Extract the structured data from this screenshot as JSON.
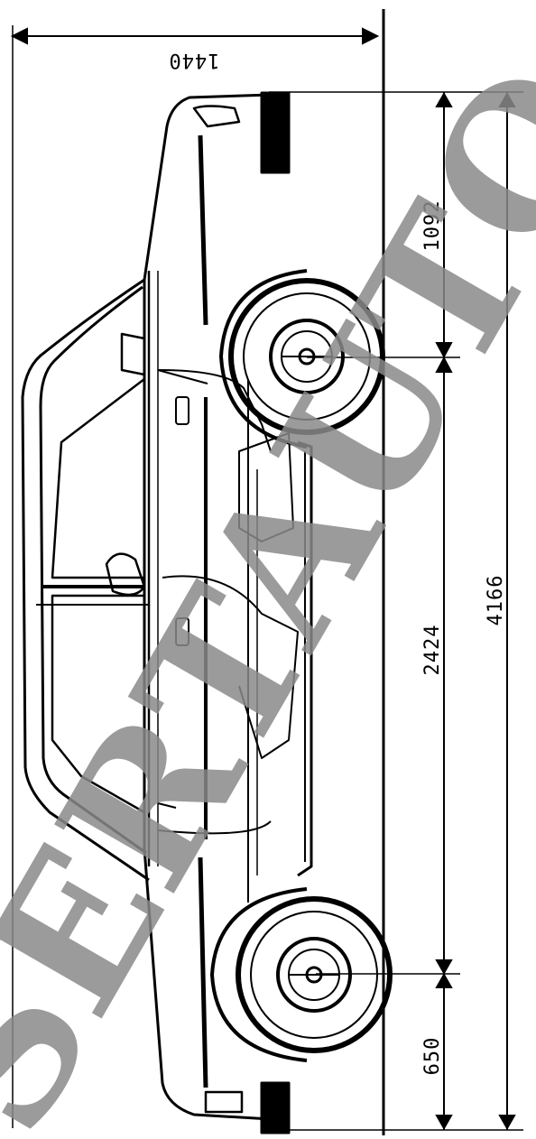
{
  "drawing": {
    "dimensions": {
      "height": "1440",
      "front_overhang": "1092",
      "wheelbase": "2424",
      "rear_overhang": "650",
      "overall_length": "4166"
    },
    "watermark": "SERTAUTO"
  },
  "colors": {
    "ink": "#000000",
    "paper": "#ffffff",
    "watermark": "#8a8a8a"
  }
}
